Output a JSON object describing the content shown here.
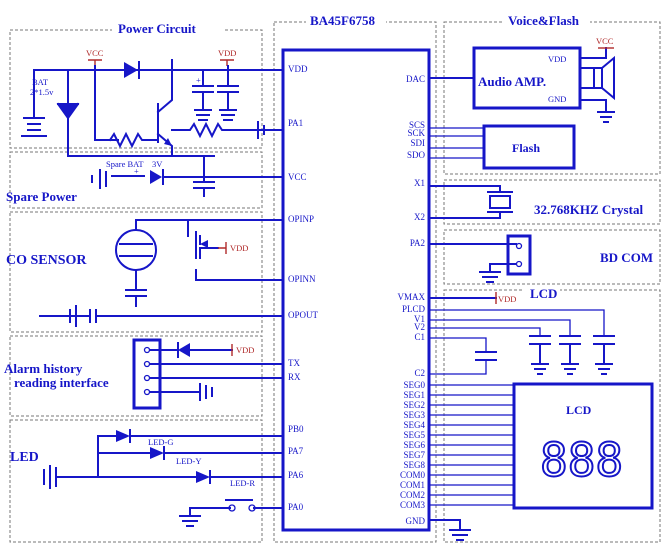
{
  "ic": {
    "name": "BA45F6758",
    "left_pins": [
      "VDD",
      "PA1",
      "VCC",
      "OPINP",
      "OPINN",
      "OPOUT",
      "TX",
      "RX",
      "PB0",
      "PA7",
      "PA6",
      "PA0"
    ],
    "right_pins": [
      "DAC",
      "SCS",
      "SCK",
      "SDI",
      "SDO",
      "X1",
      "X2",
      "PA2",
      "VMAX",
      "PLCD",
      "V1",
      "V2",
      "C1",
      "C2",
      "SEG0",
      "SEG1",
      "SEG2",
      "SEG3",
      "SEG4",
      "SEG5",
      "SEG6",
      "SEG7",
      "SEG8",
      "COM0",
      "COM1",
      "COM2",
      "COM3",
      "GND"
    ]
  },
  "sections": {
    "power": "Power Circuit",
    "spare": "Spare Power",
    "co": "CO SENSOR",
    "alarm_line1": "Alarm history",
    "alarm_line2": "reading interface",
    "led": "LED",
    "voice": "Voice&Flash",
    "crystal": "32.768KHZ Crystal",
    "bd": "BD COM",
    "lcd": "LCD"
  },
  "blocks": {
    "audio_amp": "Audio AMP.",
    "flash": "Flash",
    "lcd_panel": "LCD",
    "lcd_digits": "888"
  },
  "labels": {
    "vcc": "VCC",
    "vdd": "VDD",
    "gnd": "GND",
    "bat_line1": "BAT",
    "bat_line2": "2*1.5v",
    "spare_bat": "Spare BAT",
    "spare_volt": "3V",
    "led_g": "LED-G",
    "led_y": "LED-Y",
    "led_r": "LED-R",
    "plus": "+"
  },
  "colors": {
    "wire": "#1616c8",
    "supply": "#b02a2a",
    "section_border": "#777777"
  }
}
